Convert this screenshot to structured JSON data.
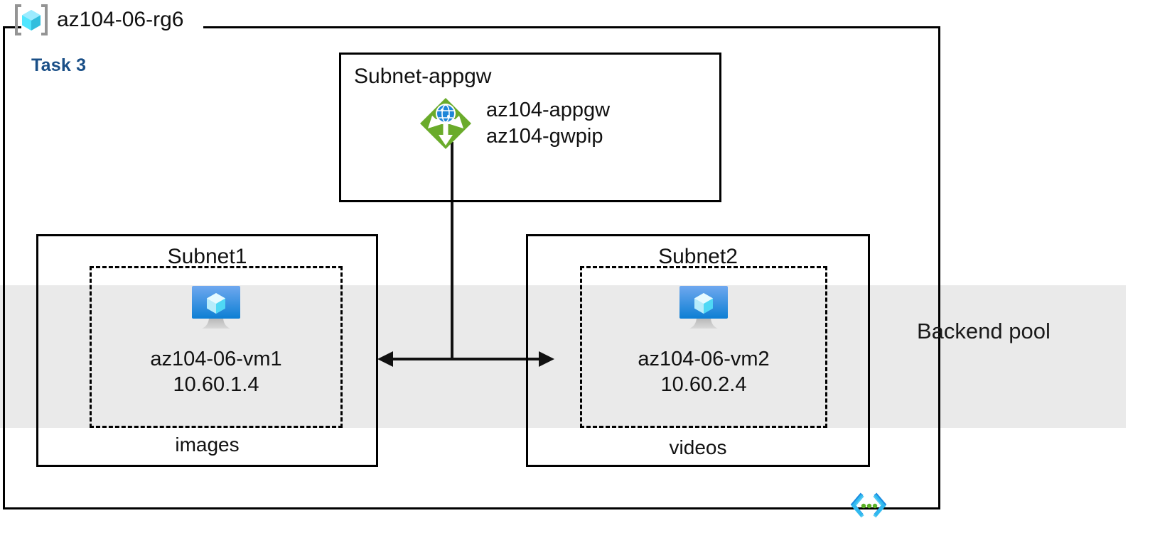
{
  "resource_group": {
    "name": "az104-06-rg6",
    "icon": "resource-group-cube-icon"
  },
  "task": {
    "label": "Task 3",
    "color": "#1a4f87"
  },
  "backend_pool": {
    "label": "Backend pool",
    "band_color": "#eaeaea"
  },
  "subnets": [
    {
      "id": "subnet-appgw",
      "title": "Subnet-appgw",
      "node": {
        "icon": "application-gateway-icon",
        "lines": [
          "az104-appgw",
          "az104-gwpip"
        ],
        "icon_color": "#5ea829"
      }
    },
    {
      "id": "subnet1",
      "title": "Subnet1",
      "vm": {
        "icon": "virtual-machine-icon",
        "name": "az104-06-vm1",
        "ip": "10.60.1.4"
      },
      "storage_label": "images"
    },
    {
      "id": "subnet2",
      "title": "Subnet2",
      "vm": {
        "icon": "virtual-machine-icon",
        "name": "az104-06-vm2",
        "ip": "10.60.2.4"
      },
      "storage_label": "videos"
    }
  ],
  "footer": {
    "icon": "code-brackets-icon"
  }
}
